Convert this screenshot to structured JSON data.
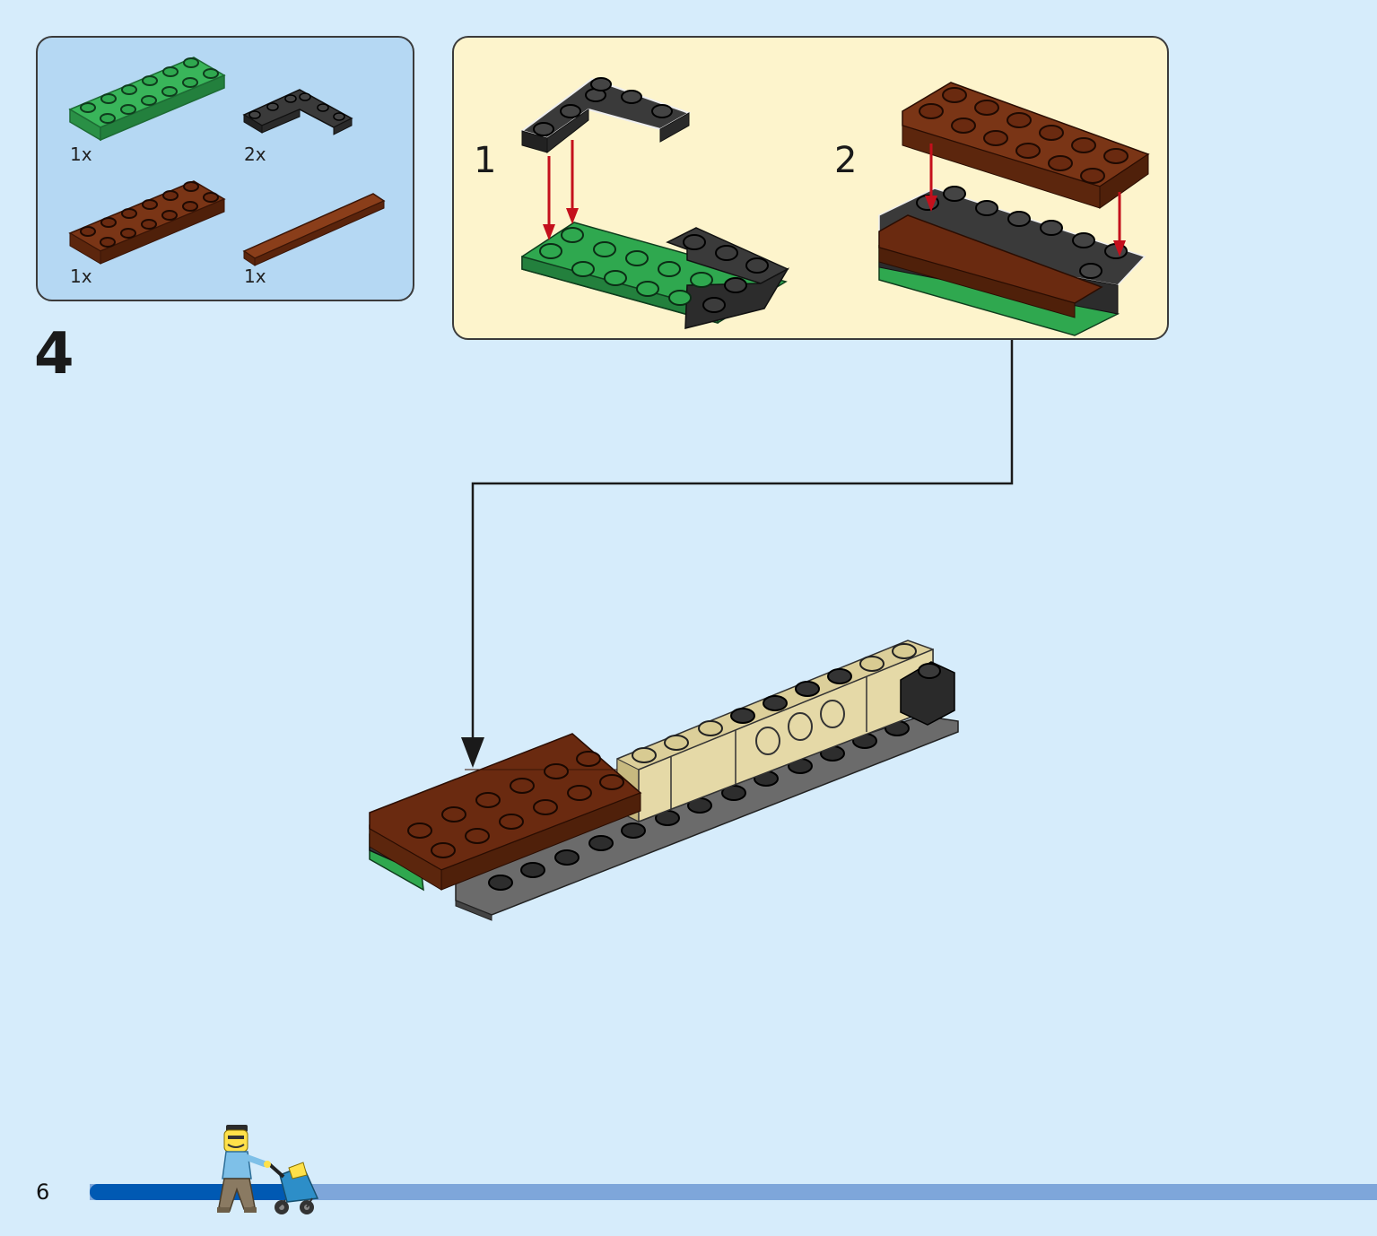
{
  "step": {
    "number": "4"
  },
  "parts": [
    {
      "name": "green-2x6-plate",
      "qty": "1x",
      "color": "#2fa84f"
    },
    {
      "name": "black-corner-plate",
      "qty": "2x",
      "color": "#333333"
    },
    {
      "name": "brown-2x6-plate",
      "qty": "1x",
      "color": "#6a2a10"
    },
    {
      "name": "brown-1x8-tile",
      "qty": "1x",
      "color": "#7a3516"
    }
  ],
  "substeps": [
    {
      "number": "1"
    },
    {
      "number": "2"
    }
  ],
  "page": {
    "number": "6"
  },
  "progress": {
    "fraction": 0.16,
    "done_color": "#0059b3",
    "remaining_color": "#7ea6da"
  },
  "colors": {
    "arrow": "#c4101c",
    "background": "#d6ecfb",
    "parts_panel": "#b5d8f3",
    "substep_panel": "#fdf4cc"
  }
}
